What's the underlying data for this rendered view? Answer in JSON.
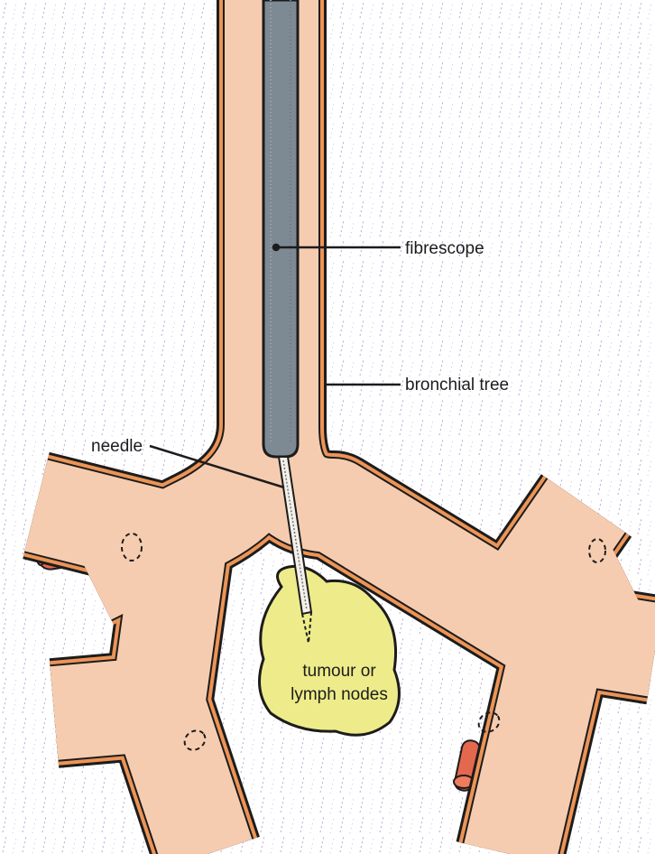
{
  "labels": {
    "fibrescope": "fibrescope",
    "bronchial_tree": "bronchial tree",
    "needle": "needle",
    "tumour_line1": "tumour or",
    "tumour_line2": "lymph nodes"
  },
  "colors": {
    "airway_fill": "#f6ccb0",
    "airway_wall": "#ec9456",
    "outline": "#1c1c1c",
    "fibrescope": "#7d8a93",
    "tumour": "#eeec8a",
    "vessel": "#e4684e",
    "stipple": "#b7a9d8"
  }
}
